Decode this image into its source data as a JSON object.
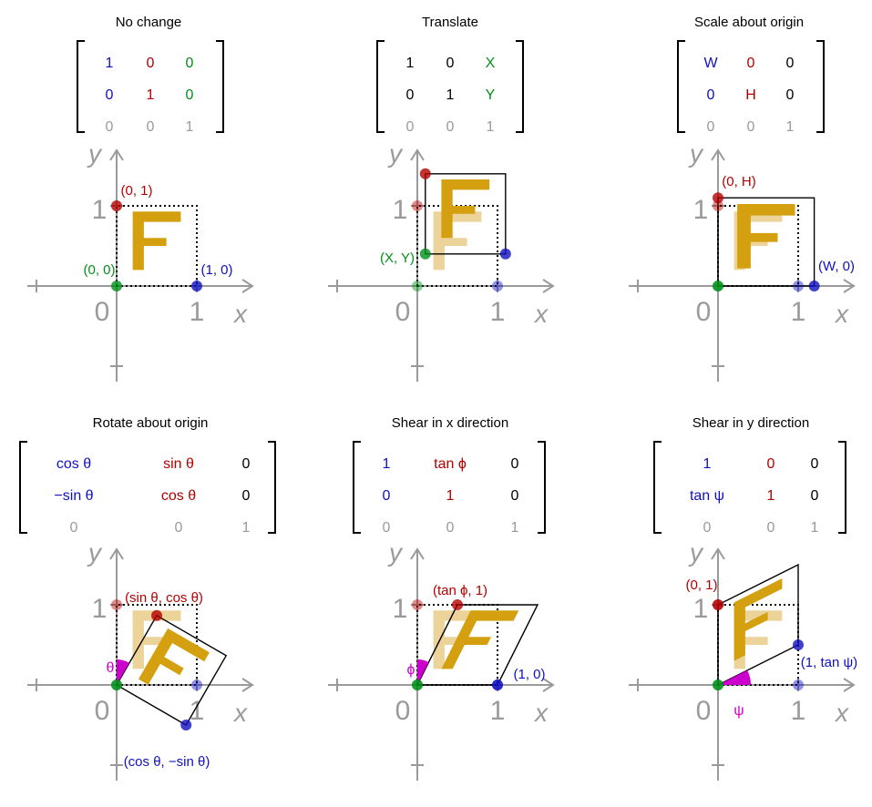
{
  "colors": {
    "blue": "#1010c0",
    "red": "#b40000",
    "green": "#00901a",
    "gray": "#9a9a9a",
    "black": "#000000",
    "gold": "#d4a010",
    "gold_faded": "#ecd39a",
    "magenta": "#cc00cc",
    "axis": "#9a9a9a"
  },
  "icons": {
    "F_letter": "letter-F-shape",
    "angle": "magenta-angle-wedge"
  },
  "panels": [
    {
      "title": "No change",
      "matrix": [
        [
          {
            "t": "1",
            "c": "blue"
          },
          {
            "t": "0",
            "c": "red"
          },
          {
            "t": "0",
            "c": "green"
          }
        ],
        [
          {
            "t": "0",
            "c": "blue"
          },
          {
            "t": "1",
            "c": "red"
          },
          {
            "t": "0",
            "c": "green"
          }
        ],
        [
          {
            "t": "0",
            "c": "gray"
          },
          {
            "t": "0",
            "c": "gray"
          },
          {
            "t": "1",
            "c": "gray"
          }
        ]
      ],
      "axes": {
        "x": "x",
        "y": "y",
        "origin": "0",
        "x_one": "1",
        "y_one": "1"
      },
      "labels": [
        {
          "t": "(0, 1)",
          "c": "red"
        },
        {
          "t": "(0, 0)",
          "c": "green"
        },
        {
          "t": "(1, 0)",
          "c": "blue"
        }
      ]
    },
    {
      "title": "Translate",
      "matrix": [
        [
          {
            "t": "1",
            "c": "black"
          },
          {
            "t": "0",
            "c": "black"
          },
          {
            "t": "X",
            "c": "green"
          }
        ],
        [
          {
            "t": "0",
            "c": "black"
          },
          {
            "t": "1",
            "c": "black"
          },
          {
            "t": "Y",
            "c": "green"
          }
        ],
        [
          {
            "t": "0",
            "c": "gray"
          },
          {
            "t": "0",
            "c": "gray"
          },
          {
            "t": "1",
            "c": "gray"
          }
        ]
      ],
      "axes": {
        "x": "x",
        "y": "y",
        "origin": "0",
        "x_one": "1",
        "y_one": "1"
      },
      "labels": [
        {
          "t": "(X, Y)",
          "c": "green"
        }
      ]
    },
    {
      "title": "Scale about origin",
      "matrix": [
        [
          {
            "t": "W",
            "c": "blue"
          },
          {
            "t": "0",
            "c": "red"
          },
          {
            "t": "0",
            "c": "black"
          }
        ],
        [
          {
            "t": "0",
            "c": "blue"
          },
          {
            "t": "H",
            "c": "red"
          },
          {
            "t": "0",
            "c": "black"
          }
        ],
        [
          {
            "t": "0",
            "c": "gray"
          },
          {
            "t": "0",
            "c": "gray"
          },
          {
            "t": "1",
            "c": "gray"
          }
        ]
      ],
      "axes": {
        "x": "x",
        "y": "y",
        "origin": "0",
        "x_one": "1",
        "y_one": "1"
      },
      "labels": [
        {
          "t": "(0, H)",
          "c": "red"
        },
        {
          "t": "(W, 0)",
          "c": "blue"
        }
      ]
    },
    {
      "title": "Rotate about origin",
      "matrix": [
        [
          {
            "t": "cos θ",
            "c": "blue"
          },
          {
            "t": "sin θ",
            "c": "red"
          },
          {
            "t": "0",
            "c": "black"
          }
        ],
        [
          {
            "t": "−sin θ",
            "c": "blue"
          },
          {
            "t": "cos θ",
            "c": "red"
          },
          {
            "t": "0",
            "c": "black"
          }
        ],
        [
          {
            "t": "0",
            "c": "gray"
          },
          {
            "t": "0",
            "c": "gray"
          },
          {
            "t": "1",
            "c": "gray"
          }
        ]
      ],
      "axes": {
        "x": "x",
        "y": "y",
        "origin": "0",
        "x_one": "1",
        "y_one": "1"
      },
      "labels": [
        {
          "t": "(sin θ, cos θ)",
          "c": "red"
        },
        {
          "t": "(cos θ, −sin θ)",
          "c": "blue"
        },
        {
          "t": "θ",
          "c": "magenta"
        }
      ]
    },
    {
      "title": "Shear in x direction",
      "matrix": [
        [
          {
            "t": "1",
            "c": "blue"
          },
          {
            "t": "tan ϕ",
            "c": "red"
          },
          {
            "t": "0",
            "c": "black"
          }
        ],
        [
          {
            "t": "0",
            "c": "blue"
          },
          {
            "t": "1",
            "c": "red"
          },
          {
            "t": "0",
            "c": "black"
          }
        ],
        [
          {
            "t": "0",
            "c": "gray"
          },
          {
            "t": "0",
            "c": "gray"
          },
          {
            "t": "1",
            "c": "gray"
          }
        ]
      ],
      "axes": {
        "x": "x",
        "y": "y",
        "origin": "0",
        "x_one": "1",
        "y_one": "1"
      },
      "labels": [
        {
          "t": "(tan ϕ, 1)",
          "c": "red"
        },
        {
          "t": "(1, 0)",
          "c": "blue"
        },
        {
          "t": "ϕ",
          "c": "magenta"
        }
      ]
    },
    {
      "title": "Shear in y direction",
      "matrix": [
        [
          {
            "t": "1",
            "c": "blue"
          },
          {
            "t": "0",
            "c": "red"
          },
          {
            "t": "0",
            "c": "black"
          }
        ],
        [
          {
            "t": "tan ψ",
            "c": "blue"
          },
          {
            "t": "1",
            "c": "red"
          },
          {
            "t": "0",
            "c": "black"
          }
        ],
        [
          {
            "t": "0",
            "c": "gray"
          },
          {
            "t": "0",
            "c": "gray"
          },
          {
            "t": "1",
            "c": "gray"
          }
        ]
      ],
      "axes": {
        "x": "x",
        "y": "y",
        "origin": "0",
        "x_one": "1",
        "y_one": "1"
      },
      "labels": [
        {
          "t": "(0, 1)",
          "c": "red"
        },
        {
          "t": "(1, tan ψ)",
          "c": "blue"
        },
        {
          "t": "ψ",
          "c": "magenta"
        }
      ]
    }
  ]
}
